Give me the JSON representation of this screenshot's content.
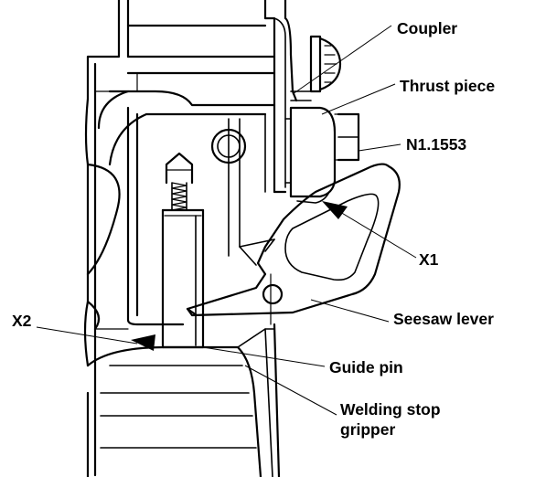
{
  "labels": {
    "coupler": "Coupler",
    "thrust_piece": "Thrust piece",
    "part_number": "N1.1553",
    "x1": "X1",
    "x2": "X2",
    "seesaw_lever": "Seesaw lever",
    "guide_pin": "Guide pin",
    "welding_stop_gripper_line1": "Welding stop",
    "welding_stop_gripper_line2": "gripper"
  }
}
